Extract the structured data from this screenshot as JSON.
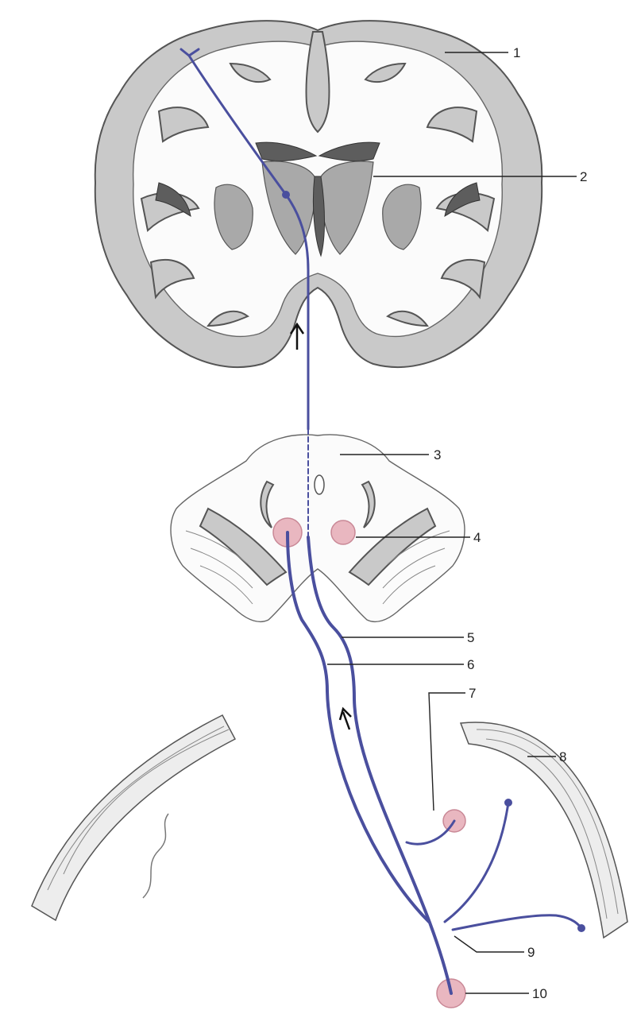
{
  "figure": {
    "labels": [
      "1",
      "2",
      "3",
      "4",
      "5",
      "6",
      "7",
      "8",
      "9",
      "10"
    ]
  },
  "colors": {
    "pathway": "#4a4f9e",
    "nucleus": "#e9b7c0",
    "cortex": "#c9c9c9",
    "deep_nuclei": "#a9a9a9",
    "ventricle": "#5d5d5d"
  }
}
